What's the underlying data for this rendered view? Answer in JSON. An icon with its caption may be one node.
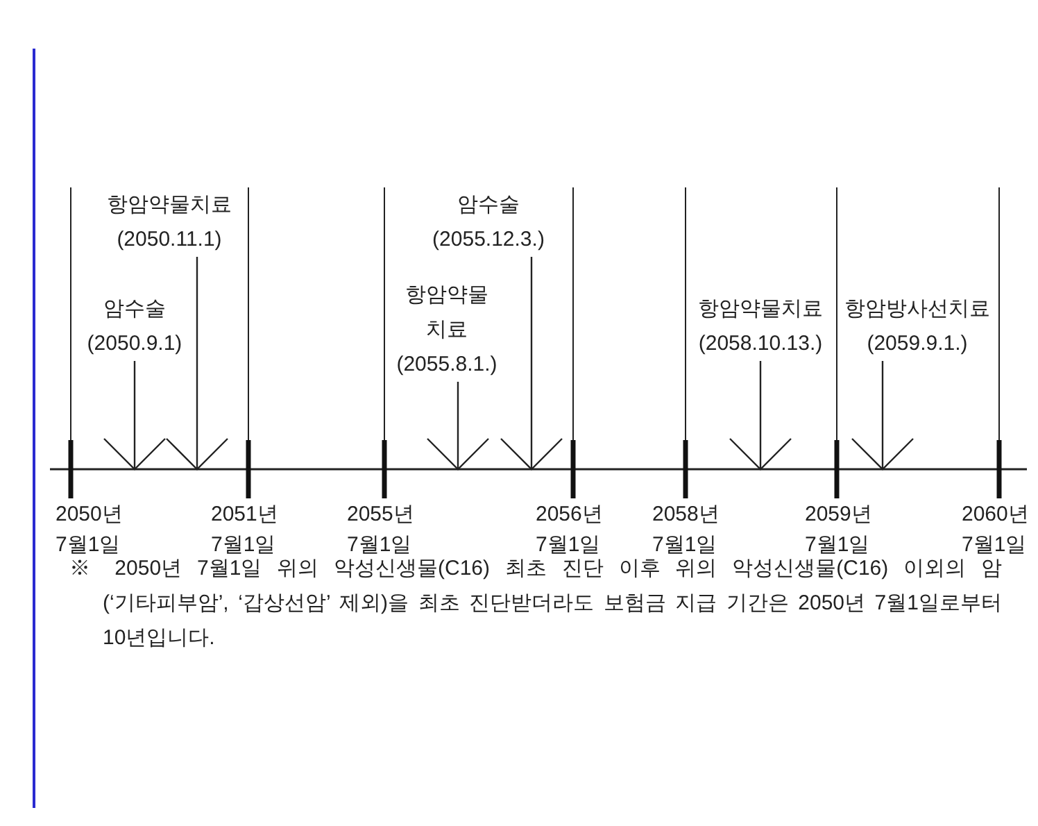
{
  "diagram": {
    "nodes": [
      {
        "text": [
          "항암약물치료 (2050.11.1)"
        ]
      },
      {
        "text": [
          "암수술 (2050.9.1)"
        ]
      },
      {
        "text": [
          "항암약물 치료 (2055.8.1.)"
        ]
      },
      {
        "text": [
          "암수술 (2055.12.3.)"
        ]
      },
      {
        "text": [
          "항암약물치료 (2058.10.13.)"
        ]
      },
      {
        "text": [
          "항암방사선치료 (2059.9.1.)"
        ]
      }
    ],
    "edges": [
      {
        "from": 0,
        "to": null,
        "arrow": "to"
      },
      {
        "from": 1,
        "to": null,
        "arrow": "to"
      },
      {
        "from": 2,
        "to": null,
        "arrow": "to"
      },
      {
        "from": 3,
        "to": null,
        "arrow": "to"
      },
      {
        "from": 4,
        "to": null,
        "arrow": "to"
      },
      {
        "from": 5,
        "to": null,
        "arrow": "to"
      }
    ],
    "labels": [
      "2050년 7월1일",
      "2051년 7월1일",
      "2055년 7월1일",
      "2056년 7월1일",
      "2058년 7월1일",
      "2059년 7월1일",
      "2060년 7월1일",
      "※ 2050년 7월1일 위의 악성신생물(C16) 최초 진단 이후 위의 악성신생물(C16) 이외의 암(‘기타피부암’, ‘갑상선암’ 제외)을 최초 진단받더라도 보험금 지급 기간은 2050년 7월1일로부터 10년입니다."
    ]
  }
}
